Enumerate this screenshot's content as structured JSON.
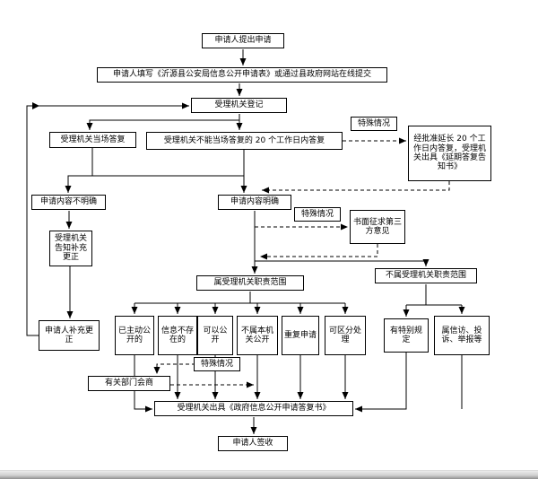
{
  "flowchart": {
    "nodes": {
      "apply": "申请人提出申请",
      "fill": "申请人填写《沂源县公安局信息公开申请表》或通过县政府网站在线提交",
      "register": "受理机关登记",
      "onspot": "受理机关当场答复",
      "within20": "受理机关不能当场答复的 20 个工作日内答复",
      "special1": "特殊情况",
      "extend": "经批准延长 20 个工作日内答复，受理机关出具《延期答复告知书》",
      "unclear": "申请内容不明确",
      "clear": "申请内容明确",
      "special2": "特殊情况",
      "thirdparty": "书面征求第三方意见",
      "notify": "受理机关告知补充更正",
      "inscope": "属受理机关职责范围",
      "outscope": "不属受理机关职责范围",
      "supplement": "申请人补充更正",
      "published": "已主动公开的",
      "notexist": "信息不存在的",
      "canopen": "可以公开",
      "notthis": "不属本机关公开",
      "repeat": "重复申请",
      "separable": "可区分处理",
      "specialrule": "有特别规定",
      "petition": "属信访、投诉、举报等",
      "special3": "特殊情况",
      "consult": "有关部门会商",
      "reply": "受理机关出具《政府信息公开申请答复书》",
      "sign": "申请人签收"
    }
  },
  "colors": {
    "line": "#000000",
    "node_border": "#000000",
    "node_background": "#ffffff"
  }
}
